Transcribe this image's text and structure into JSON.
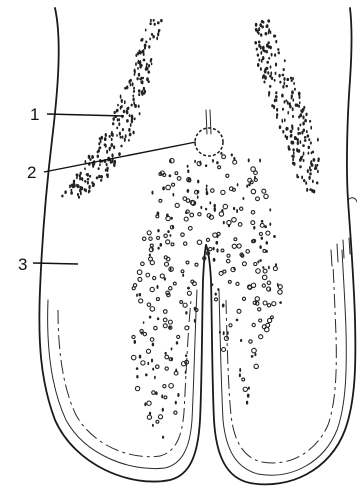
{
  "figure": {
    "labels": [
      {
        "id": "1",
        "text": "1"
      },
      {
        "id": "2",
        "text": "2"
      },
      {
        "id": "3",
        "text": "3"
      }
    ],
    "colors": {
      "ink": "#1a1a1a",
      "paper": "#ffffff"
    }
  }
}
